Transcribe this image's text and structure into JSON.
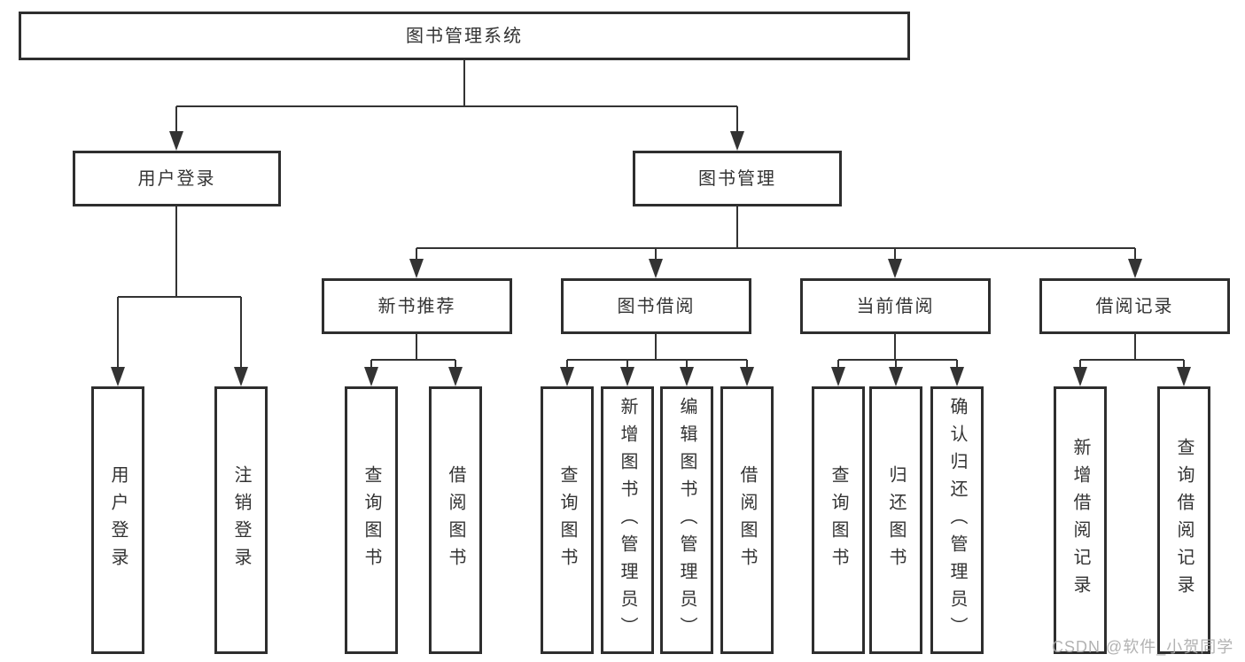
{
  "nodes": {
    "root": "图书管理系统",
    "user_login": "用户登录",
    "book_mgmt": "图书管理",
    "login": "用户登录",
    "logout": "注销登录",
    "new_books": "新书推荐",
    "book_borrow": "图书借阅",
    "current_borrow": "当前借阅",
    "borrow_records": "借阅记录",
    "nb_query_books": "查询图书",
    "nb_borrow_books": "借阅图书",
    "bb_query_books": "查询图书",
    "bb_add_books": "新增图书（管理员）",
    "bb_edit_books": "编辑图书（管理员）",
    "bb_borrow_books": "借阅图书",
    "cb_query_books": "查询图书",
    "cb_return_books": "归还图书",
    "cb_confirm_return": "确认归还（管理员）",
    "br_add_record": "新增借阅记录",
    "br_query_record": "查询借阅记录"
  },
  "watermark": "CSDN @软件_小贺同学",
  "colors": {
    "line": "#333333",
    "border": "#2e2e2e",
    "text": "#333333",
    "watermark": "#aaaaaa",
    "background": "#ffffff"
  }
}
